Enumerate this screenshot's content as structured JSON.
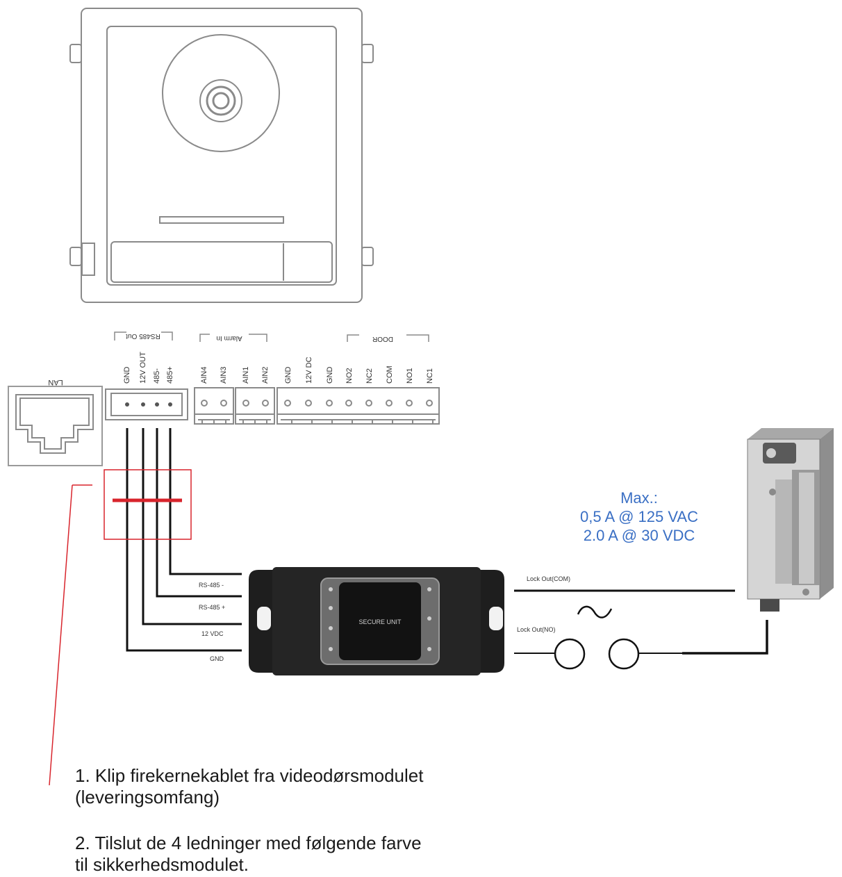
{
  "intercom_module": {
    "port_labels": {
      "lan": "LAN",
      "rs485_out": "RS485 Out",
      "alarm_in": "Alarm In",
      "door": "DOOR"
    },
    "rs485_pins": [
      "GND",
      "12V OUT",
      "485-",
      "485+"
    ],
    "alarm_pins": [
      "AIN4",
      "AIN3",
      "AIN1",
      "AIN2"
    ],
    "door_pins": [
      "GND",
      "12V DC",
      "GND",
      "NO2",
      "NC2",
      "COM",
      "NO1",
      "NC1"
    ]
  },
  "secure_unit": {
    "label": "SECURE UNIT",
    "input_labels": [
      "RS-485 -",
      "RS-485 +",
      "12 VDC",
      "GND"
    ],
    "output_labels": [
      "Lock Out(COM)",
      "Lock Out(NO)"
    ]
  },
  "lock_rating": {
    "line1": "Max.:",
    "line2": "0,5 A @ 125 VAC",
    "line3": "2.0 A @ 30 VDC"
  },
  "instructions": {
    "step1_line1": "1. Klip firekernekablet fra videodørsmodulet",
    "step1_line2": "(leveringsomfang)",
    "step2_line1": "2. Tilslut de 4 ledninger med følgende farve",
    "step2_line2": "til sikkerhedsmodulet."
  },
  "colors": {
    "cut_marker": "#d8242c",
    "rating_text": "#3a6fc4",
    "wire": "#111111"
  },
  "icons": [
    "camera-lens-icon",
    "rj45-port-icon",
    "electric-strike-lock-icon",
    "ac-source-symbol-icon"
  ]
}
